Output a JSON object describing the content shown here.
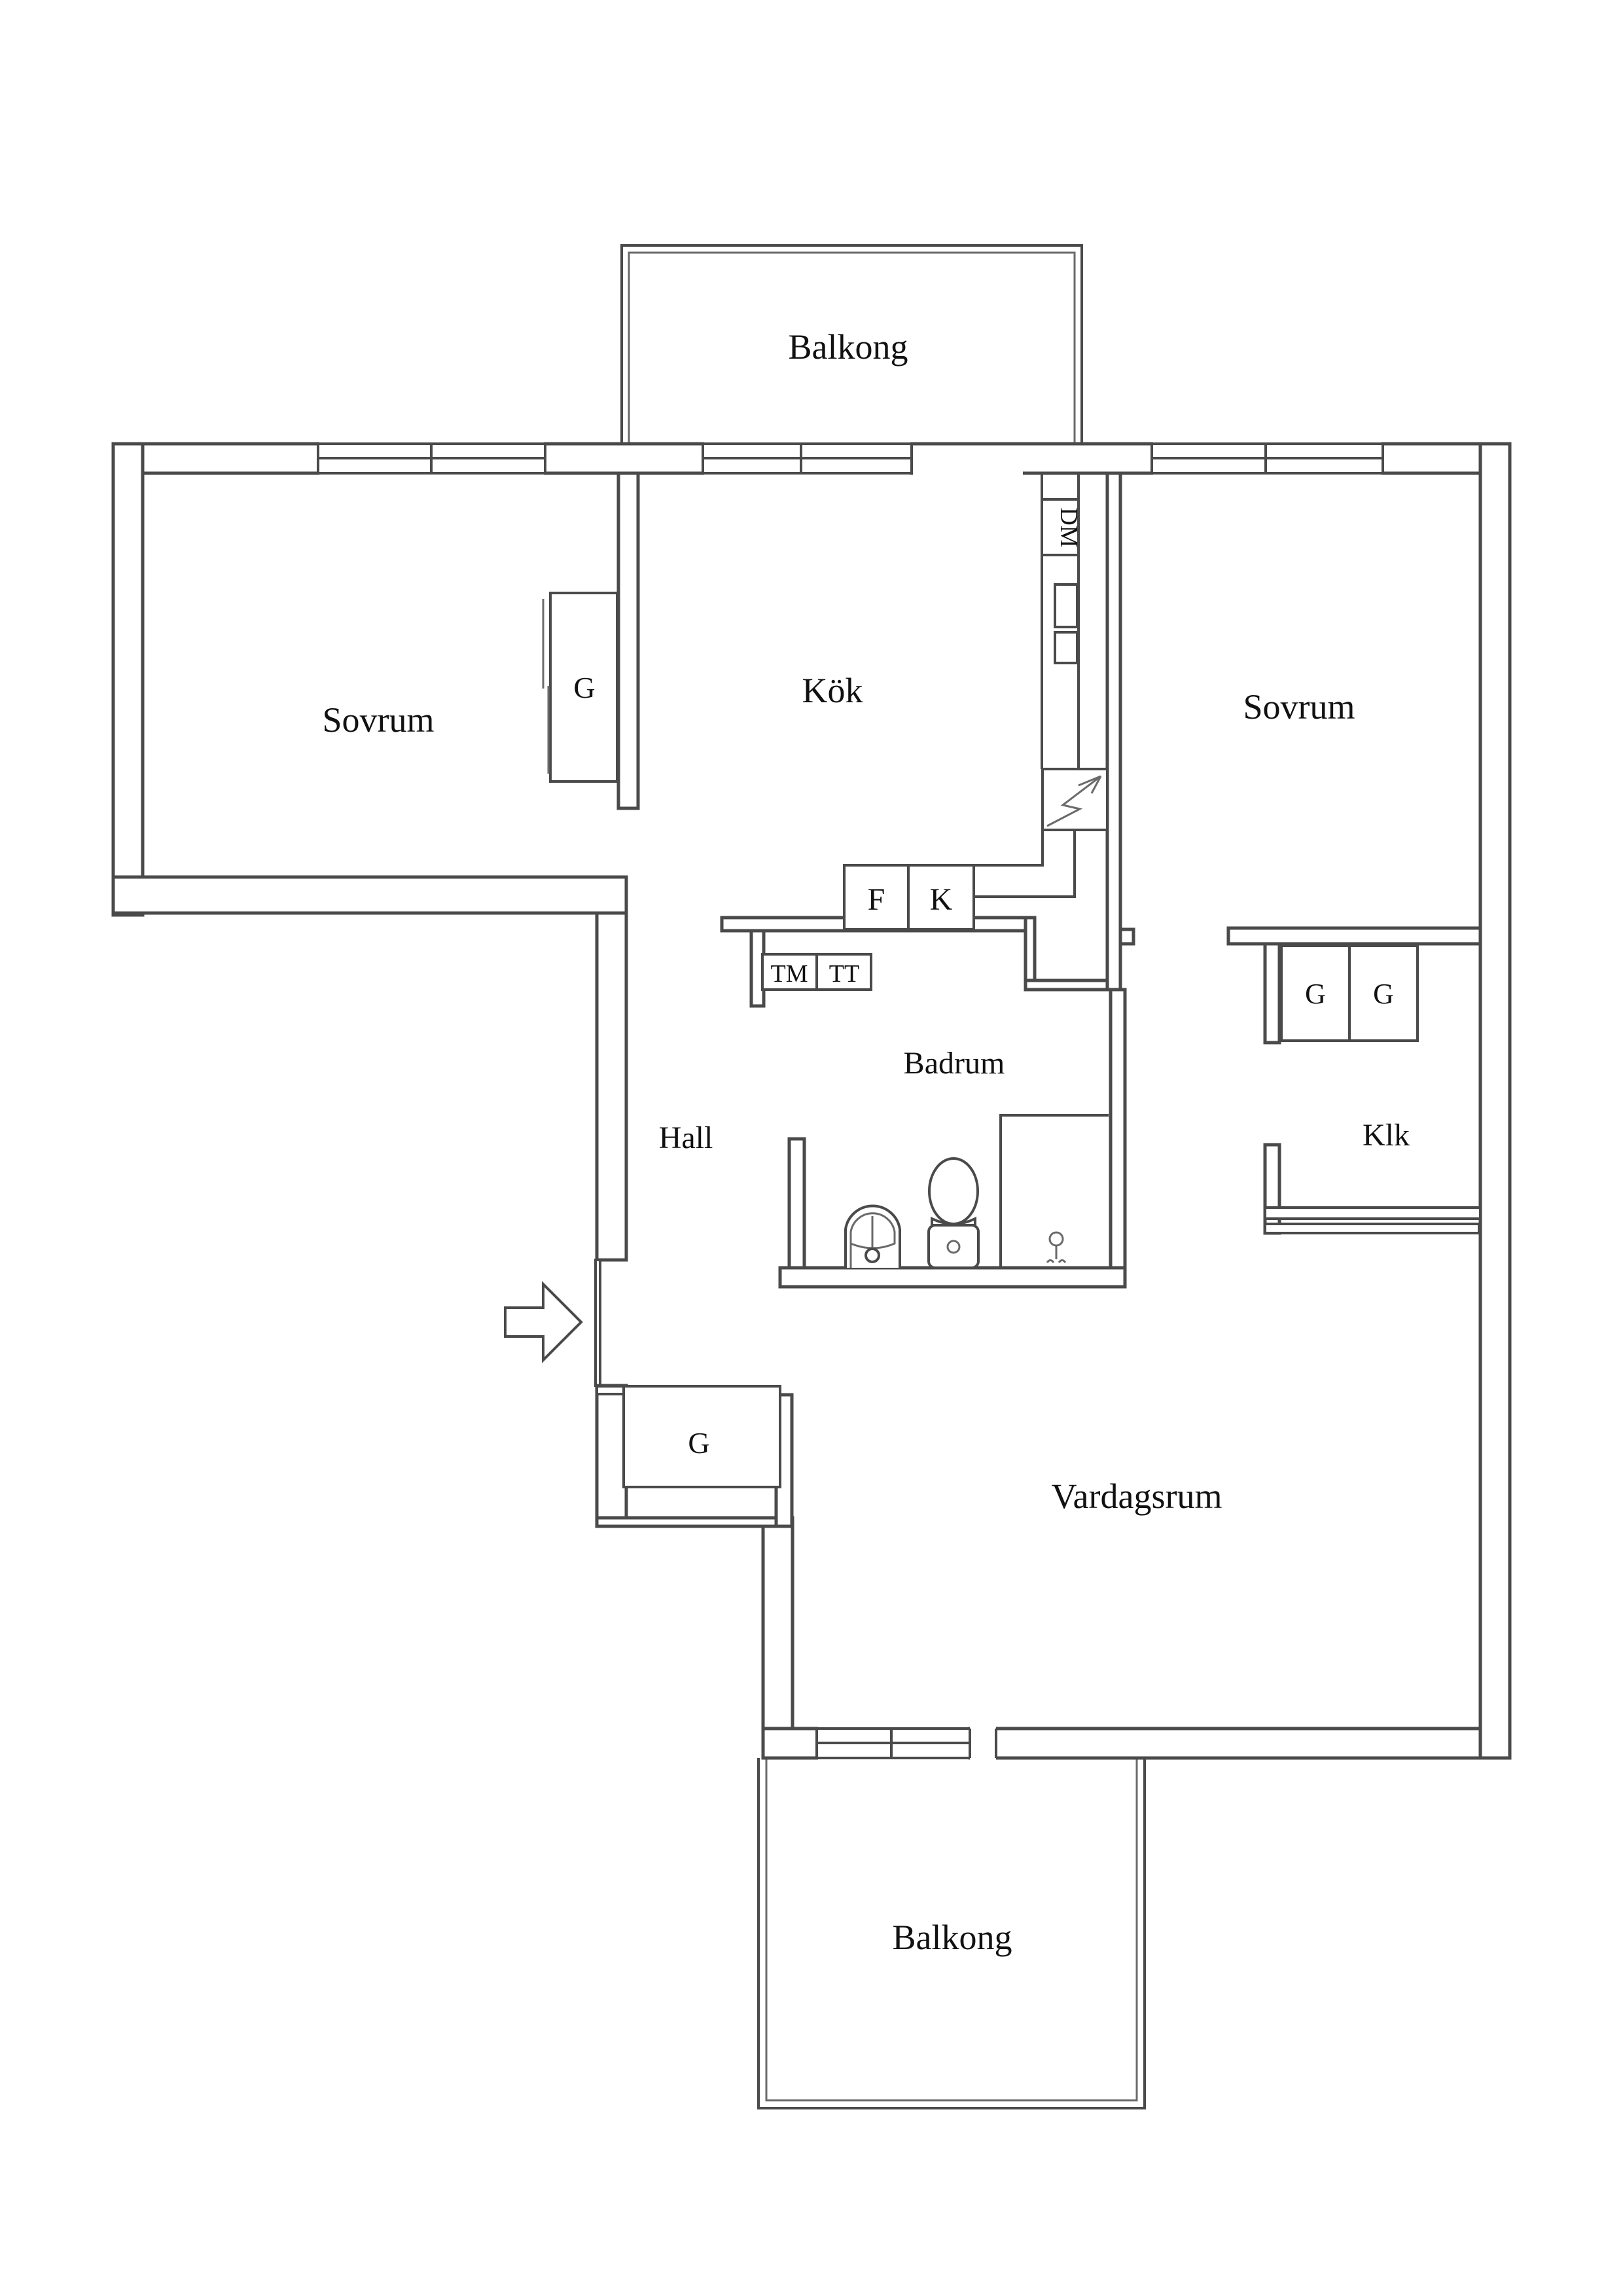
{
  "floorplan": {
    "type": "apartment-floorplan",
    "language": "sv",
    "colors": {
      "wall_line": "#4a4a4a",
      "text": "#111111",
      "background": "#ffffff"
    },
    "labels": {
      "balcony_top": "Balkong",
      "bedroom_left": "Sovrum",
      "kitchen": "Kök",
      "bedroom_right": "Sovrum",
      "bathroom": "Badrum",
      "hall": "Hall",
      "walkin_closet": "Klk",
      "living_room": "Vardagsrum",
      "balcony_bottom": "Balkong",
      "wardrobe": "G",
      "dishwasher": "DM",
      "fridge": "F",
      "freezer": "K",
      "washing_machine": "TM",
      "dryer": "TT"
    }
  }
}
